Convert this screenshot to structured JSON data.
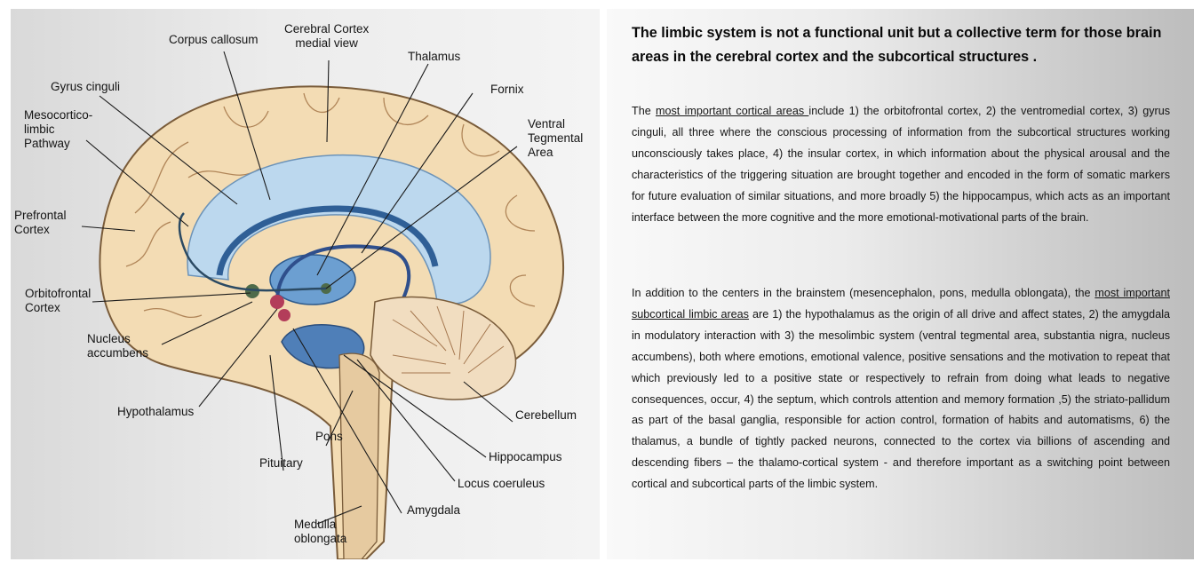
{
  "diagram": {
    "labels": {
      "corpus_callosum": "Corpus callosum",
      "cerebral_cortex": "Cerebral Cortex\nmedial view",
      "thalamus": "Thalamus",
      "gyrus_cinguli": "Gyrus cinguli",
      "fornix": "Fornix",
      "mesocortico": "Mesocortico-\nlimbic\nPathway",
      "vta": "Ventral\nTegmental\nArea",
      "prefrontal": "Prefrontal\nCortex",
      "orbitofrontal": "Orbitofrontal\nCortex",
      "nucleus_accumbens": "Nucleus\naccumbens",
      "hypothalamus": "Hypothalamus",
      "cerebellum": "Cerebellum",
      "pons": "Pons",
      "hippocampus": "Hippocampus",
      "pituitary": "Pituitary",
      "locus_coeruleus": "Locus coeruleus",
      "amygdala": "Amygdala",
      "medulla": "Medulla\noblongata"
    }
  },
  "text": {
    "heading": "The limbic system is not a functional unit but a collective term for those brain areas in the cerebral cortex and the subcortical structures .",
    "p1_intro": "The ",
    "p1_link": "most important cortical areas ",
    "p1_rest": "include 1) the orbitofrontal cortex, 2) the ventromedial cortex, 3) gyrus cinguli, all three where the conscious processing of information from the subcortical structures working unconsciously takes place, 4) the insular cortex, in which information about the physical arousal and the characteristics of the triggering situation are brought together and encoded in the form of somatic markers for future evaluation of similar situations, and more broadly 5) the hippocampus, which acts as an important interface between the more cognitive and the more emotional-motivational parts of the brain.",
    "p2_intro": "In addition to the centers in the brainstem (mesencephalon, pons, medulla oblongata), the ",
    "p2_link": "most important subcortical limbic areas",
    "p2_rest": " are 1) the hypothalamus as the origin of all drive and affect states, 2) the amygdala in modulatory interaction  with 3) the mesolimbic system (ventral tegmental area, substantia nigra, nucleus accumbens), both where emotions, emotional valence, positive sensations and the motivation to repeat that which previously led to a positive state or respectively to refrain from doing what leads to negative consequences, occur, 4) the septum, which controls attention and memory formation ,5) the striato-pallidum as part of the basal ganglia, responsible for action control, formation of habits and automatisms, 6) the thalamus, a bundle of tightly packed neurons, connected to the cortex via billions of ascending and descending fibers – the thalamo-cortical system - and therefore important as a switching point between cortical and subcortical parts of the limbic system."
  }
}
